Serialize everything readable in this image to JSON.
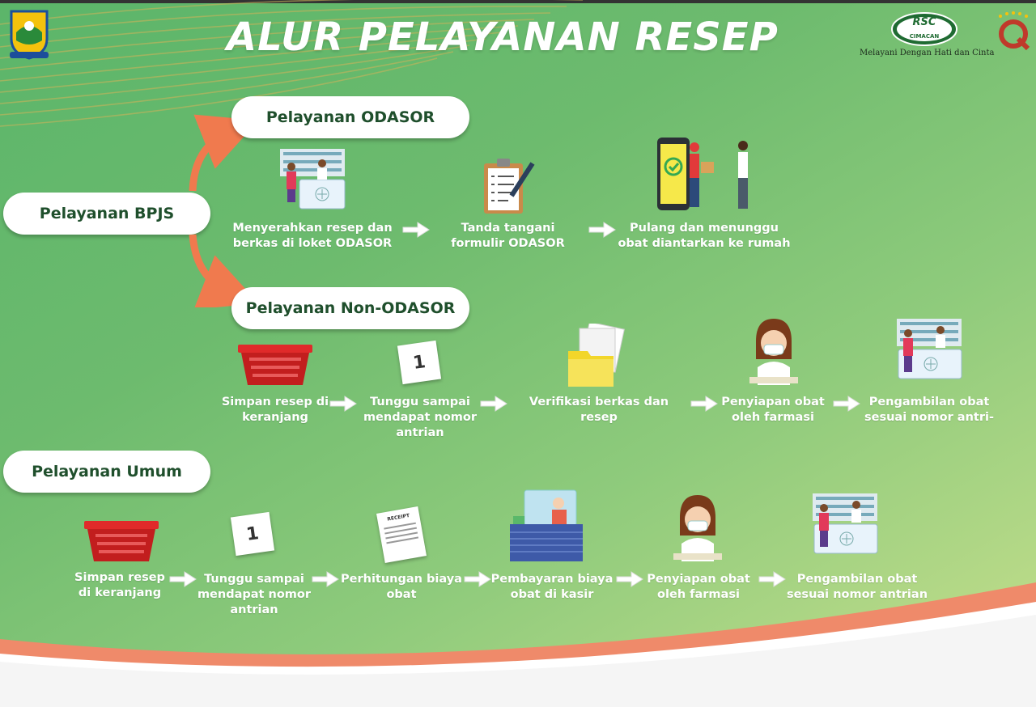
{
  "header": {
    "title": "ALUR PELAYANAN RESEP",
    "hospital_logo_text": "RSC",
    "hospital_logo_subtext": "CIMACAN",
    "slogan": "Melayani Dengan Hati dan Cinta"
  },
  "bpjs": {
    "label": "Pelayanan BPJS"
  },
  "odasor": {
    "label": "Pelayanan ODASOR",
    "steps": [
      "Menyerahkan resep dan berkas di loket ODASOR",
      "Tanda tangani formulir ODASOR",
      "Pulang dan menunggu obat diantarkan ke rumah"
    ]
  },
  "non_odasor": {
    "label": "Pelayanan Non-ODASOR",
    "steps": [
      "Simpan resep di keranjang",
      "Tunggu sampai mendapat nomor antrian",
      "Verifikasi berkas dan resep",
      "Penyiapan obat oleh farmasi",
      "Pengambilan obat sesuai nomor antri-"
    ]
  },
  "umum": {
    "label": "Pelayanan Umum",
    "steps": [
      "Simpan resep di keranjang",
      "Tunggu sampai mendapat nomor antrian",
      "Perhitungan biaya obat",
      "Pembayaran biaya obat di kasir",
      "Penyiapan obat oleh farmasi",
      "Pengambilan obat sesuai nomor antrian"
    ]
  },
  "queue_card_number": "1",
  "receipt_text": "RECEIPT",
  "colors": {
    "accent_arrow": "#f07a4e",
    "pill_text": "#1f4f2c",
    "basket": "#e02a2a"
  }
}
